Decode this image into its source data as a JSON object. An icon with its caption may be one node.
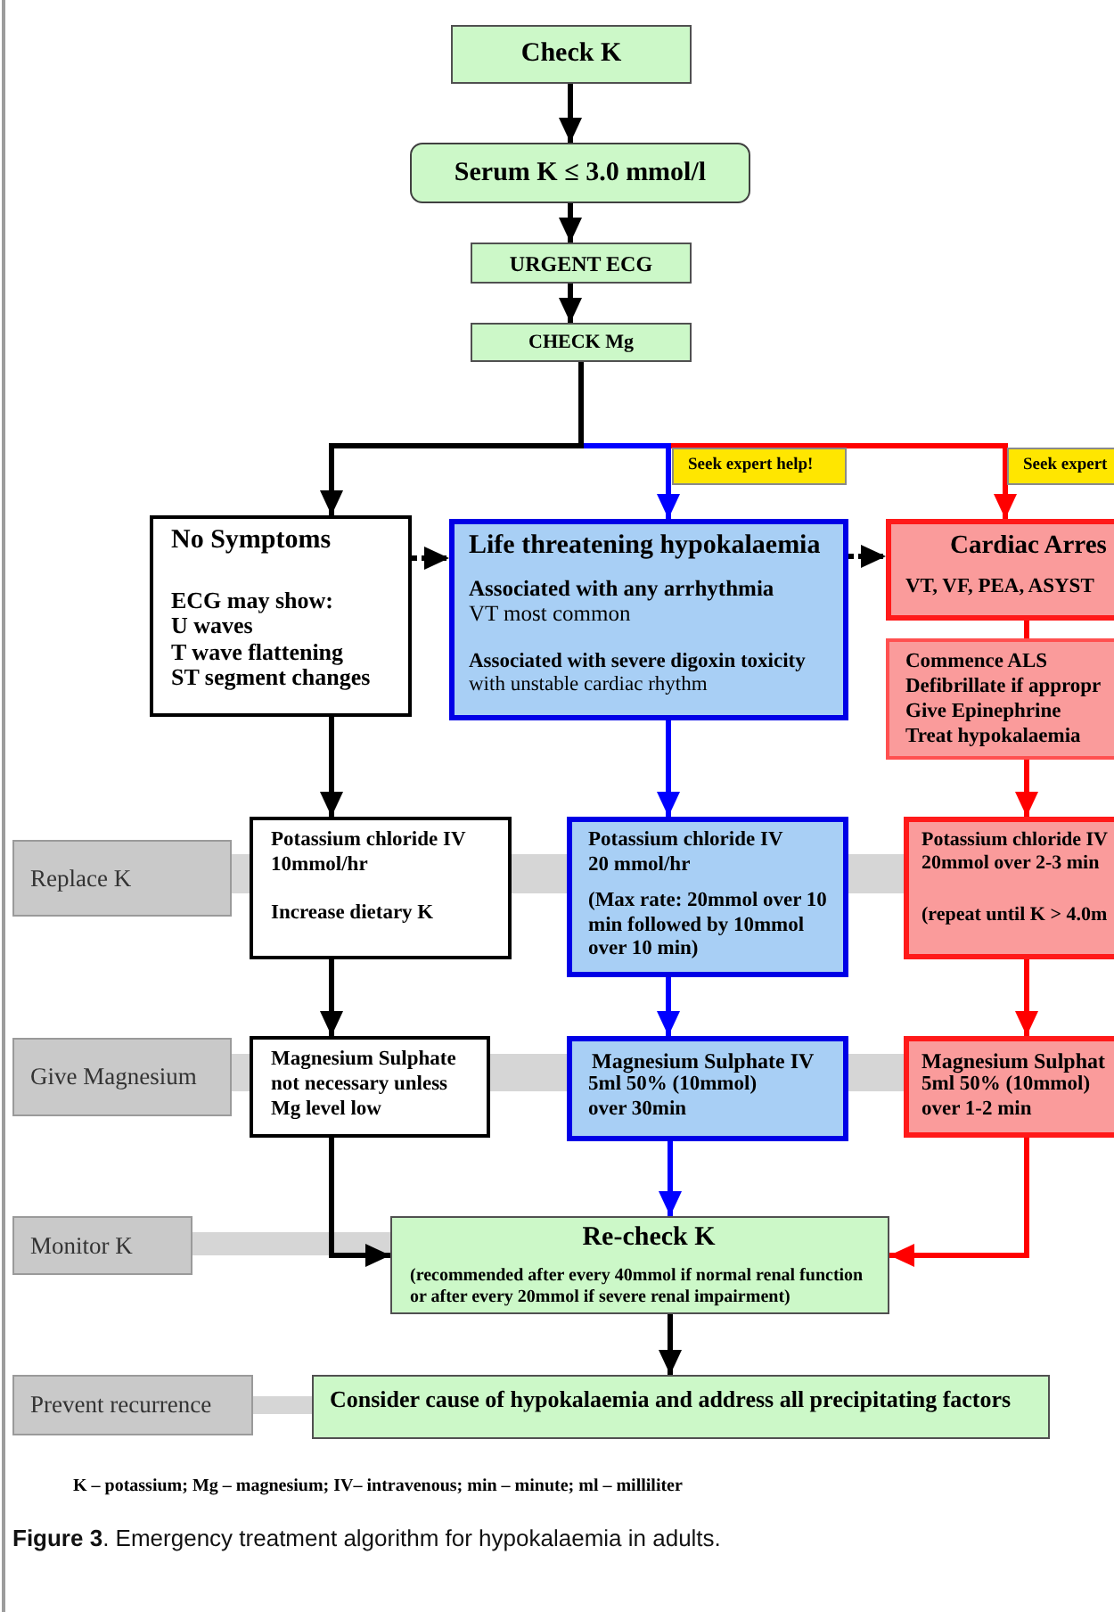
{
  "diagram": {
    "caption": "**Figure 3**. Emergency treatment algorithm for hypokalaemia in adults.",
    "nodes": [
      {
        "text": [
          "Check K"
        ]
      },
      {
        "text": [
          "Serum K ≤ 3.0 mmol/l"
        ]
      },
      {
        "text": [
          "URGENT ECG"
        ]
      },
      {
        "text": [
          "CHECK Mg"
        ]
      },
      {
        "text": [
          "No Symptoms",
          "ECG may show:",
          "U waves",
          "T wave flattening",
          "ST segment changes"
        ]
      },
      {
        "text": [
          "Life threatening hypokalaemia",
          "Associated with any arrhythmia",
          "VT most common",
          "Associated with severe digoxin toxicity",
          "with unstable cardiac rhythm"
        ]
      },
      {
        "text": [
          "Cardiac Arres",
          "VT, VF, PEA, ASYST"
        ]
      },
      {
        "text": [
          "Commence ALS",
          "Defibrillate if appropr",
          "Give Epinephrine",
          "Treat hypokalaemia"
        ]
      },
      {
        "text": [
          "Replace K"
        ]
      },
      {
        "text": [
          "Potassium chloride IV",
          "10mmol/hr",
          "Increase dietary K"
        ]
      },
      {
        "text": [
          "Potassium chloride IV",
          "20 mmol/hr",
          "(Max rate: 20mmol over 10 min followed by 10mmol over 10 min)"
        ]
      },
      {
        "text": [
          "Potassium chloride IV",
          "20mmol over 2-3 min",
          "(repeat until K > 4.0m"
        ]
      },
      {
        "text": [
          "Give Magnesium"
        ]
      },
      {
        "text": [
          "Magnesium Sulphate not necessary unless Mg level low"
        ]
      },
      {
        "text": [
          "Magnesium Sulphate IV",
          "5ml 50% (10mmol)",
          "over 30min"
        ]
      },
      {
        "text": [
          "Magnesium Sulphat",
          "5ml 50% (10mmol)",
          "over 1-2 min"
        ]
      },
      {
        "text": [
          "Monitor K"
        ]
      },
      {
        "text": [
          "Re-check K",
          "(recommended after every 40mmol if normal renal function or after every 20mmol if severe renal impairment)"
        ]
      },
      {
        "text": [
          "Prevent recurrence"
        ]
      },
      {
        "text": [
          "Consider cause of hypokalaemia and address all precipitating factors"
        ]
      }
    ],
    "edges": [
      {
        "from": 0,
        "to": 1,
        "arrow": "to"
      },
      {
        "from": 1,
        "to": 2,
        "arrow": "to"
      },
      {
        "from": 2,
        "to": 3,
        "arrow": "to"
      },
      {
        "from": 3,
        "to": 4,
        "arrow": "to"
      },
      {
        "from": 3,
        "to": 5,
        "arrow": "to",
        "label": "Seek expert help!",
        "color": "#0000ff"
      },
      {
        "from": 3,
        "to": 6,
        "arrow": "to",
        "label": "Seek expert",
        "color": "#ff0000"
      },
      {
        "from": 4,
        "to": 5,
        "arrow": "to",
        "style": "dashed"
      },
      {
        "from": 5,
        "to": 6,
        "arrow": "to",
        "style": "dashed"
      },
      {
        "from": 6,
        "to": 7,
        "arrow": "none",
        "color": "#ff0000"
      },
      {
        "from": 4,
        "to": 9,
        "arrow": "to"
      },
      {
        "from": 5,
        "to": 10,
        "arrow": "to",
        "color": "#0000ff"
      },
      {
        "from": 7,
        "to": 11,
        "arrow": "to",
        "color": "#ff0000"
      },
      {
        "from": 9,
        "to": 13,
        "arrow": "to"
      },
      {
        "from": 10,
        "to": 14,
        "arrow": "to",
        "color": "#0000ff"
      },
      {
        "from": 11,
        "to": 15,
        "arrow": "to",
        "color": "#ff0000"
      },
      {
        "from": 13,
        "to": 17,
        "arrow": "to"
      },
      {
        "from": 14,
        "to": 17,
        "arrow": "to",
        "color": "#0000ff"
      },
      {
        "from": 15,
        "to": 17,
        "arrow": "to",
        "color": "#ff0000"
      },
      {
        "from": 17,
        "to": 19,
        "arrow": "to"
      }
    ],
    "labels": [
      "K – potassium; Mg – magnesium; IV– intravenous; min – minute; ml – milliliter"
    ]
  }
}
